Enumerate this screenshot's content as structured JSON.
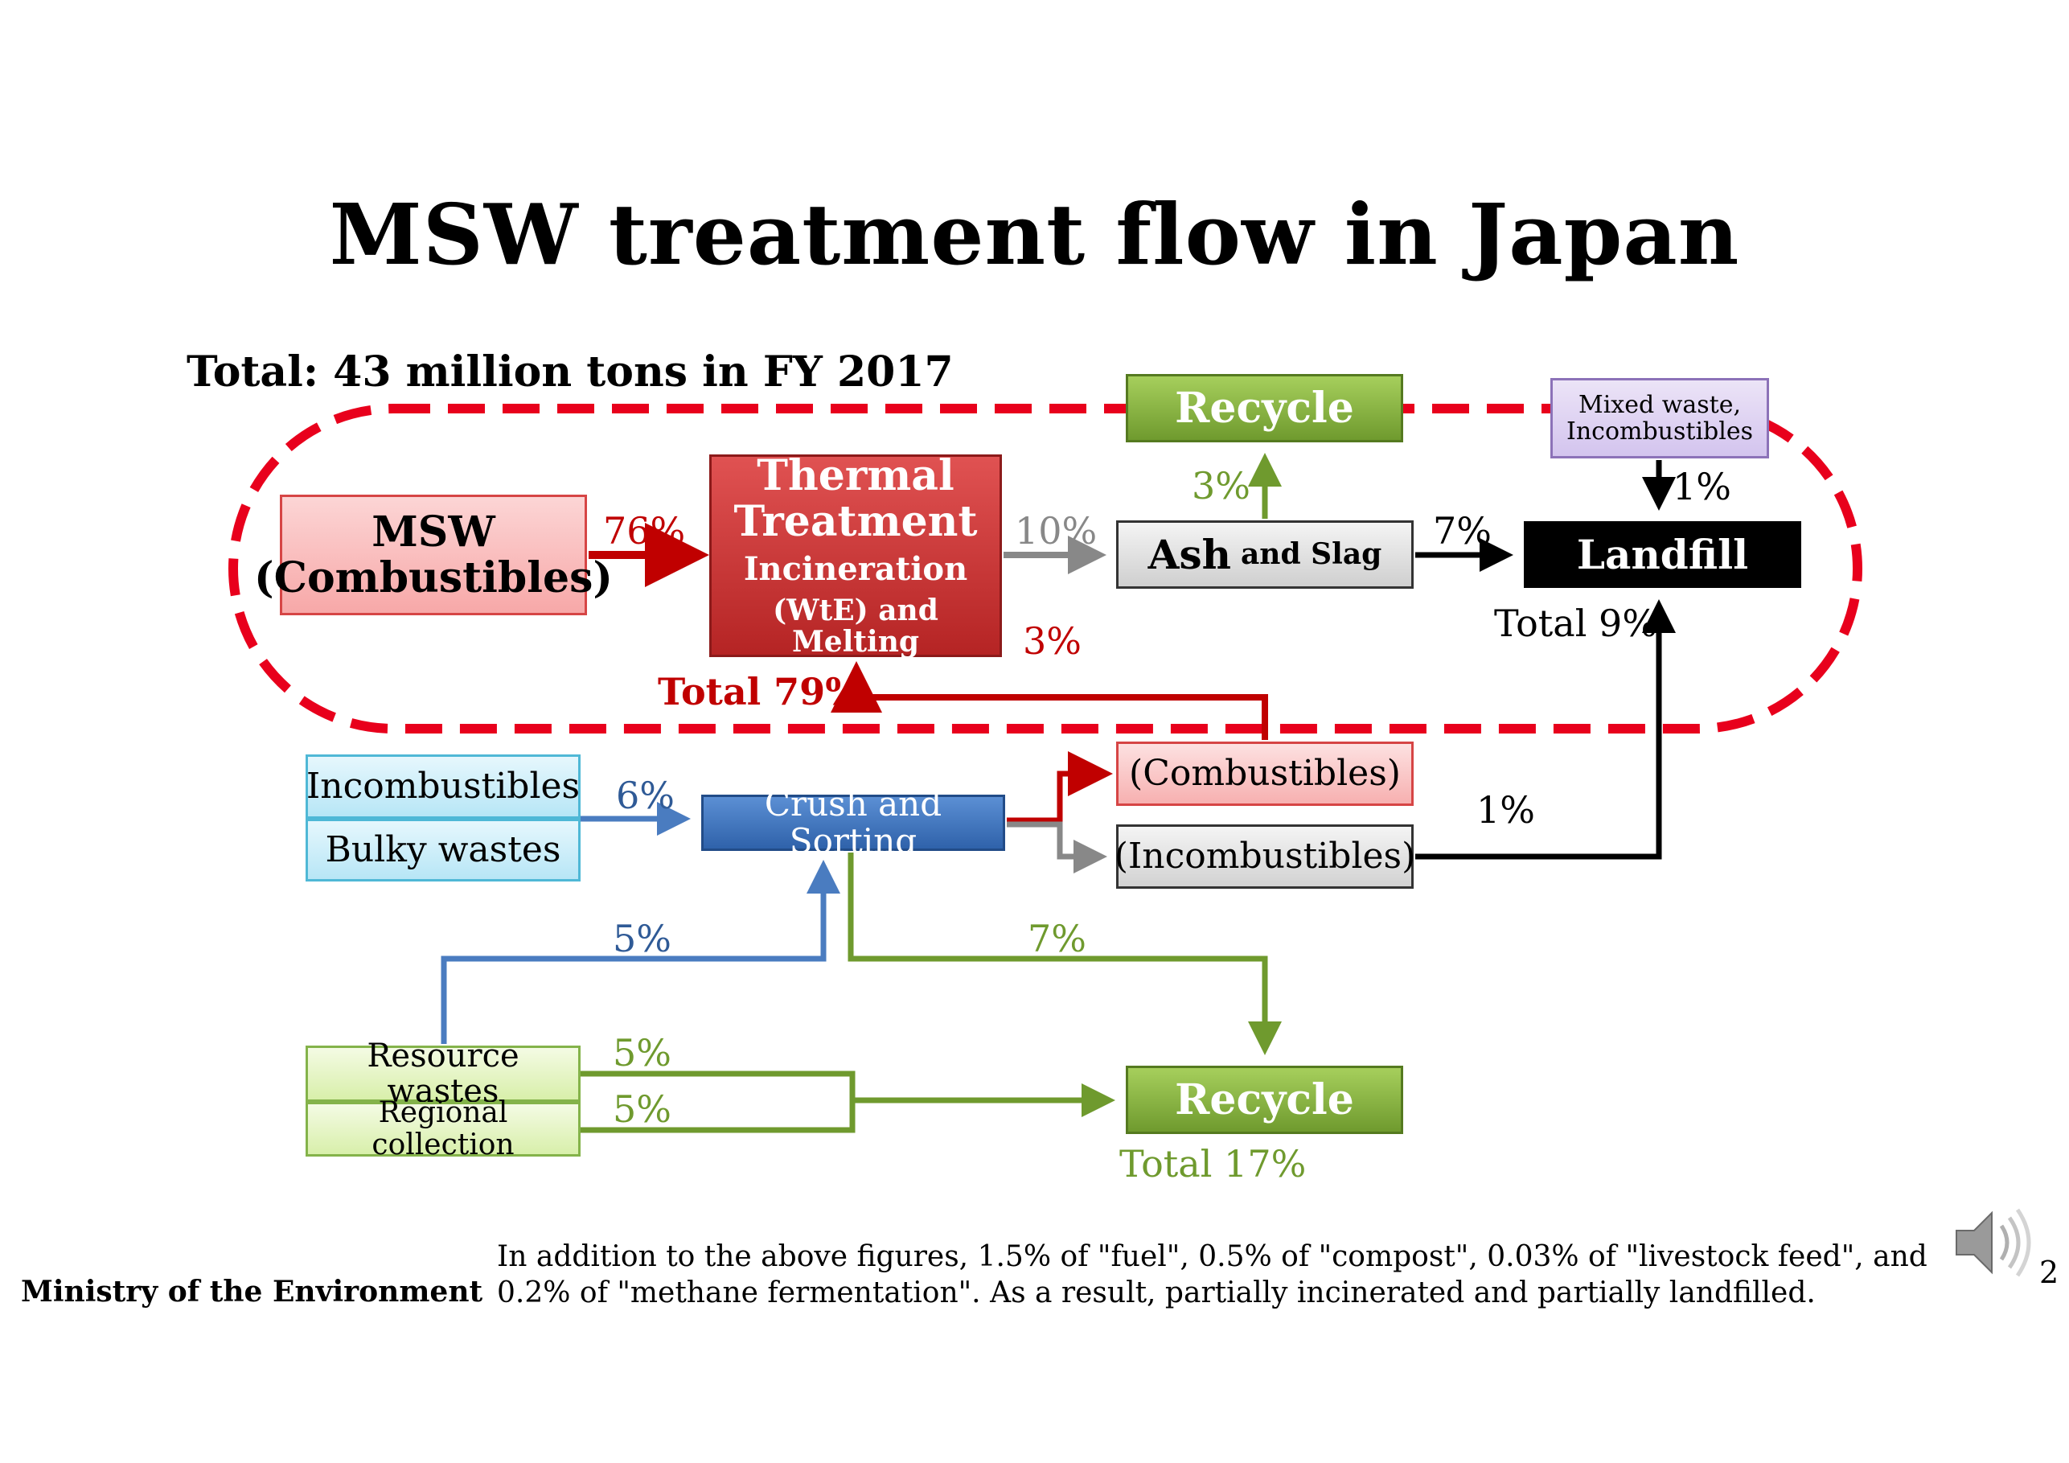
{
  "title": "MSW treatment flow in Japan",
  "subtitle": "Total: 43 million tons in FY 2017",
  "boxes": {
    "msw_line1": "MSW",
    "msw_line2": "(Combustibles)",
    "thermal_line1": "Thermal",
    "thermal_line2": "Treatment",
    "thermal_line3": "Incineration",
    "thermal_line4": "(WtE) and Melting",
    "ash_main": "Ash",
    "ash_rest": "and Slag",
    "landfill": "Landfill",
    "recycle_top": "Recycle",
    "recycle_bottom": "Recycle",
    "mixed_line1": "Mixed waste,",
    "mixed_line2": "Incombustibles",
    "combustibles": "(Combustibles)",
    "incombustibles": "(Incombustibles)",
    "crush": "Crush and Sorting",
    "incomb_left": "Incombustibles",
    "bulky": "Bulky wastes",
    "resource": "Resource wastes",
    "regional": "Regional collection"
  },
  "labels": {
    "msw_to_thermal": "76%",
    "thermal_to_ash": "10%",
    "ash_to_recycle": "3%",
    "ash_to_landfill": "7%",
    "mixed_to_landfill": "1%",
    "thermal_3pct": "3%",
    "total_79": "Total 79%",
    "total_9": "Total 9%",
    "to_crush": "6%",
    "incomb_to_landfill": "1%",
    "resource_to_crush": "5%",
    "crush_to_recycle": "7%",
    "resource_to_recycle": "5%",
    "regional_to_recycle": "5%",
    "total_17": "Total 17%"
  },
  "footer": {
    "ministry": "Ministry of the Environment",
    "note": "In addition to the above figures, 1.5% of \"fuel\", 0.5% of \"compost\", 0.03% of \"livestock feed\", and 0.2% of \"methane fermentation\". As a result, partially incinerated and partially landfilled.",
    "page_number": "2"
  },
  "icons": {
    "speaker": "speaker-icon"
  },
  "colors": {
    "red": "#c00000",
    "green": "#6f9a2e",
    "blue": "#2f5a96",
    "gray": "#888888",
    "dashed_loop": "#e8001c"
  }
}
